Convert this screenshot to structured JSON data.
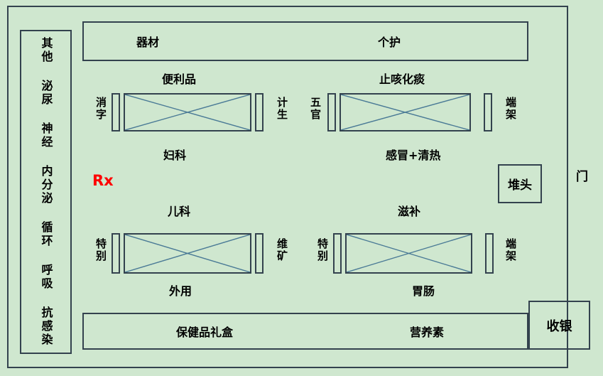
{
  "colors": {
    "background": "#cfe7cf",
    "box_border": "#33424e",
    "cross_line": "#4a7a96",
    "text": "#000000",
    "rx_red": "#ff0000"
  },
  "sidebar": {
    "items": [
      "其他",
      "泌尿",
      "神经",
      "内分泌",
      "循环",
      "呼吸",
      "抗感染"
    ]
  },
  "top_shelf": {
    "labels": [
      "器材",
      "个护"
    ]
  },
  "row1": {
    "left": {
      "above": "便利品",
      "below": "妇科",
      "left_side": "消字",
      "right_side": "计生"
    },
    "right": {
      "above": "止咳化痰",
      "below": "感冒+清热",
      "left_side": "五官",
      "right_side": "端架"
    }
  },
  "row2": {
    "left": {
      "above": "儿科",
      "below": "外用",
      "left_side": "特别",
      "right_side": "维矿"
    },
    "right": {
      "above": "滋补",
      "below": "胃肠",
      "left_side": "特别",
      "right_side": "端架"
    }
  },
  "rx": {
    "label": "Rx"
  },
  "pile": {
    "label": "堆头"
  },
  "door": {
    "label": "门"
  },
  "bottom_shelf": {
    "labels": [
      "保健品礼盒",
      "营养素"
    ]
  },
  "cashier": {
    "label": "收银"
  }
}
